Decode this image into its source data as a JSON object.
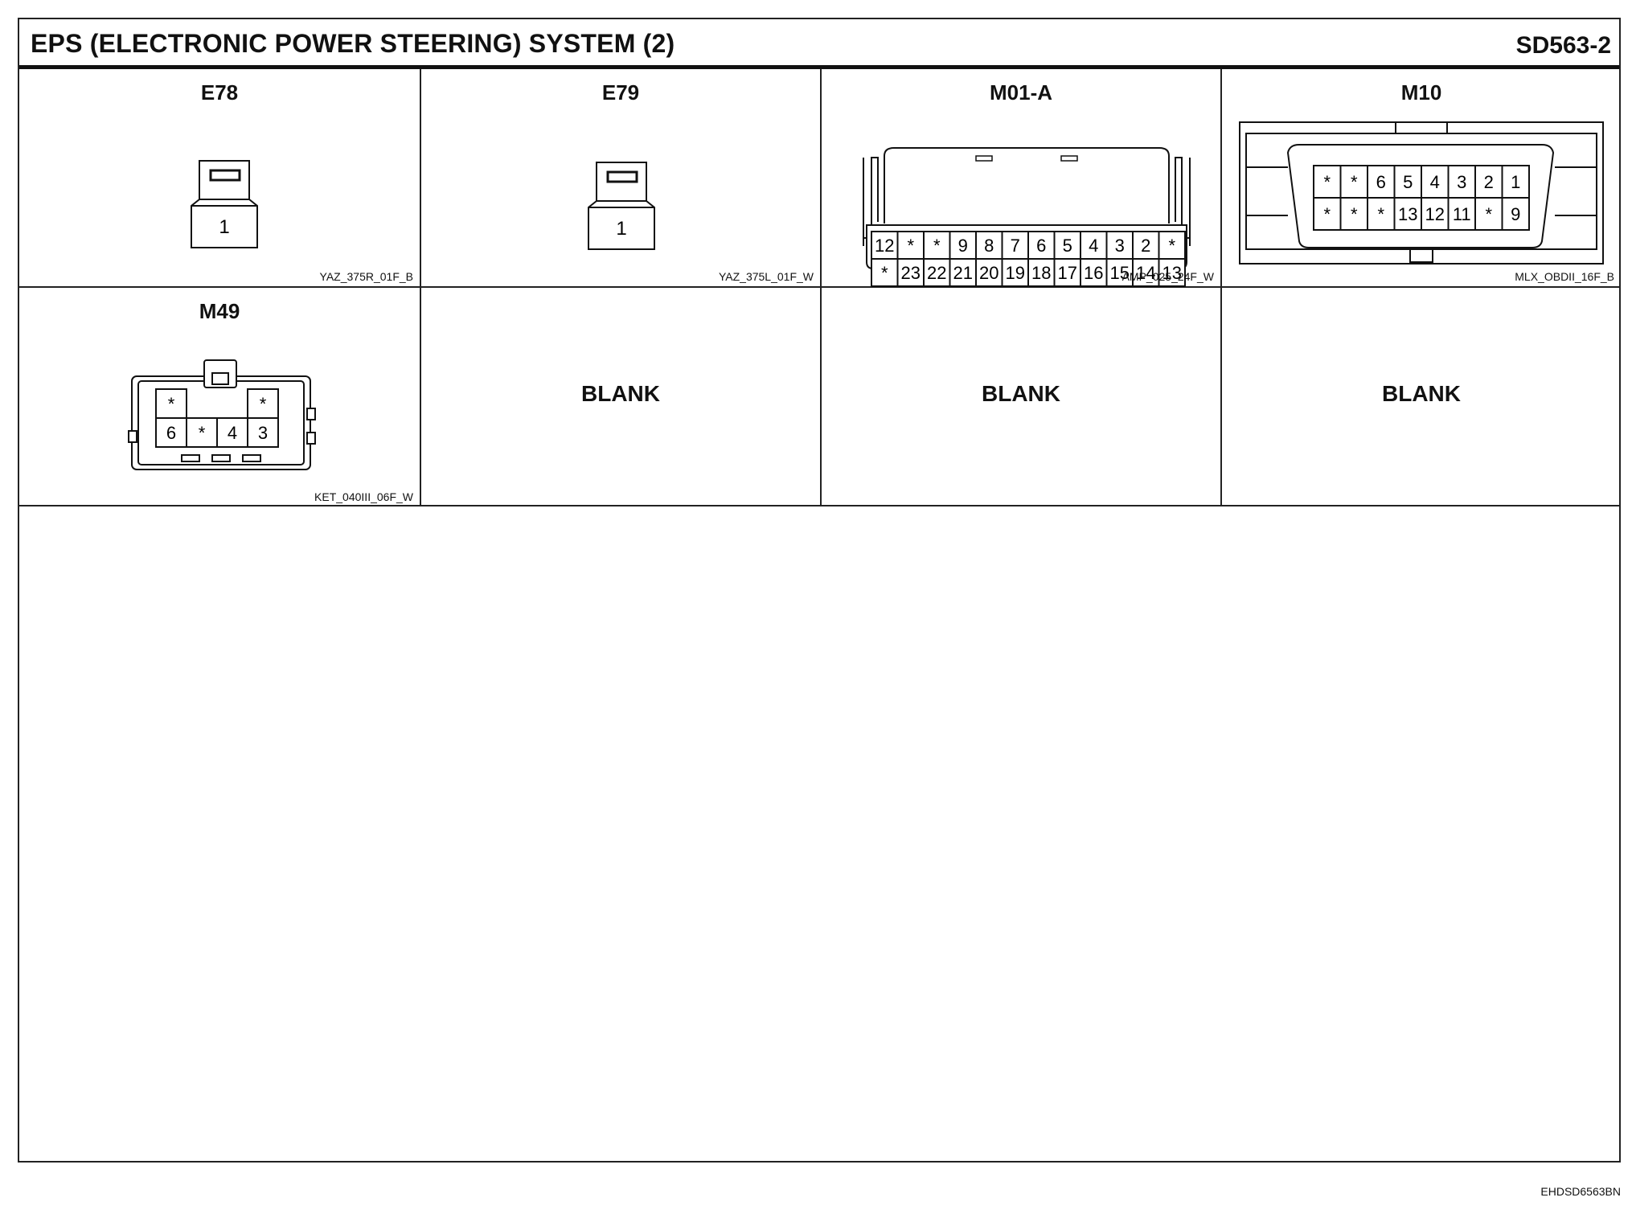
{
  "title": "EPS (ELECTRONIC POWER STEERING) SYSTEM (2)",
  "code": "SD563-2",
  "footer_code": "EHDSD6563BN",
  "connectors": {
    "e78": {
      "label": "E78",
      "part": "YAZ_375R_01F_B",
      "pins": [
        "1"
      ]
    },
    "e79": {
      "label": "E79",
      "part": "YAZ_375L_01F_W",
      "pins": [
        "1"
      ]
    },
    "m01a": {
      "label": "M01-A",
      "part": "AMP_025_24F_W",
      "row1": [
        "12",
        "*",
        "*",
        "9",
        "8",
        "7",
        "6",
        "5",
        "4",
        "3",
        "2",
        "*"
      ],
      "row2": [
        "*",
        "23",
        "22",
        "21",
        "20",
        "19",
        "18",
        "17",
        "16",
        "15",
        "14",
        "13"
      ]
    },
    "m10": {
      "label": "M10",
      "part": "MLX_OBDII_16F_B",
      "row1": [
        "*",
        "*",
        "6",
        "5",
        "4",
        "3",
        "2",
        "1"
      ],
      "row2": [
        "*",
        "*",
        "*",
        "13",
        "12",
        "11",
        "*",
        "9"
      ]
    },
    "m49": {
      "label": "M49",
      "part": "KET_040III_06F_W",
      "row1": [
        "*",
        "",
        "",
        "*"
      ],
      "row2": [
        "6",
        "*",
        "4",
        "3"
      ]
    }
  },
  "blanks": [
    "BLANK",
    "BLANK",
    "BLANK"
  ]
}
